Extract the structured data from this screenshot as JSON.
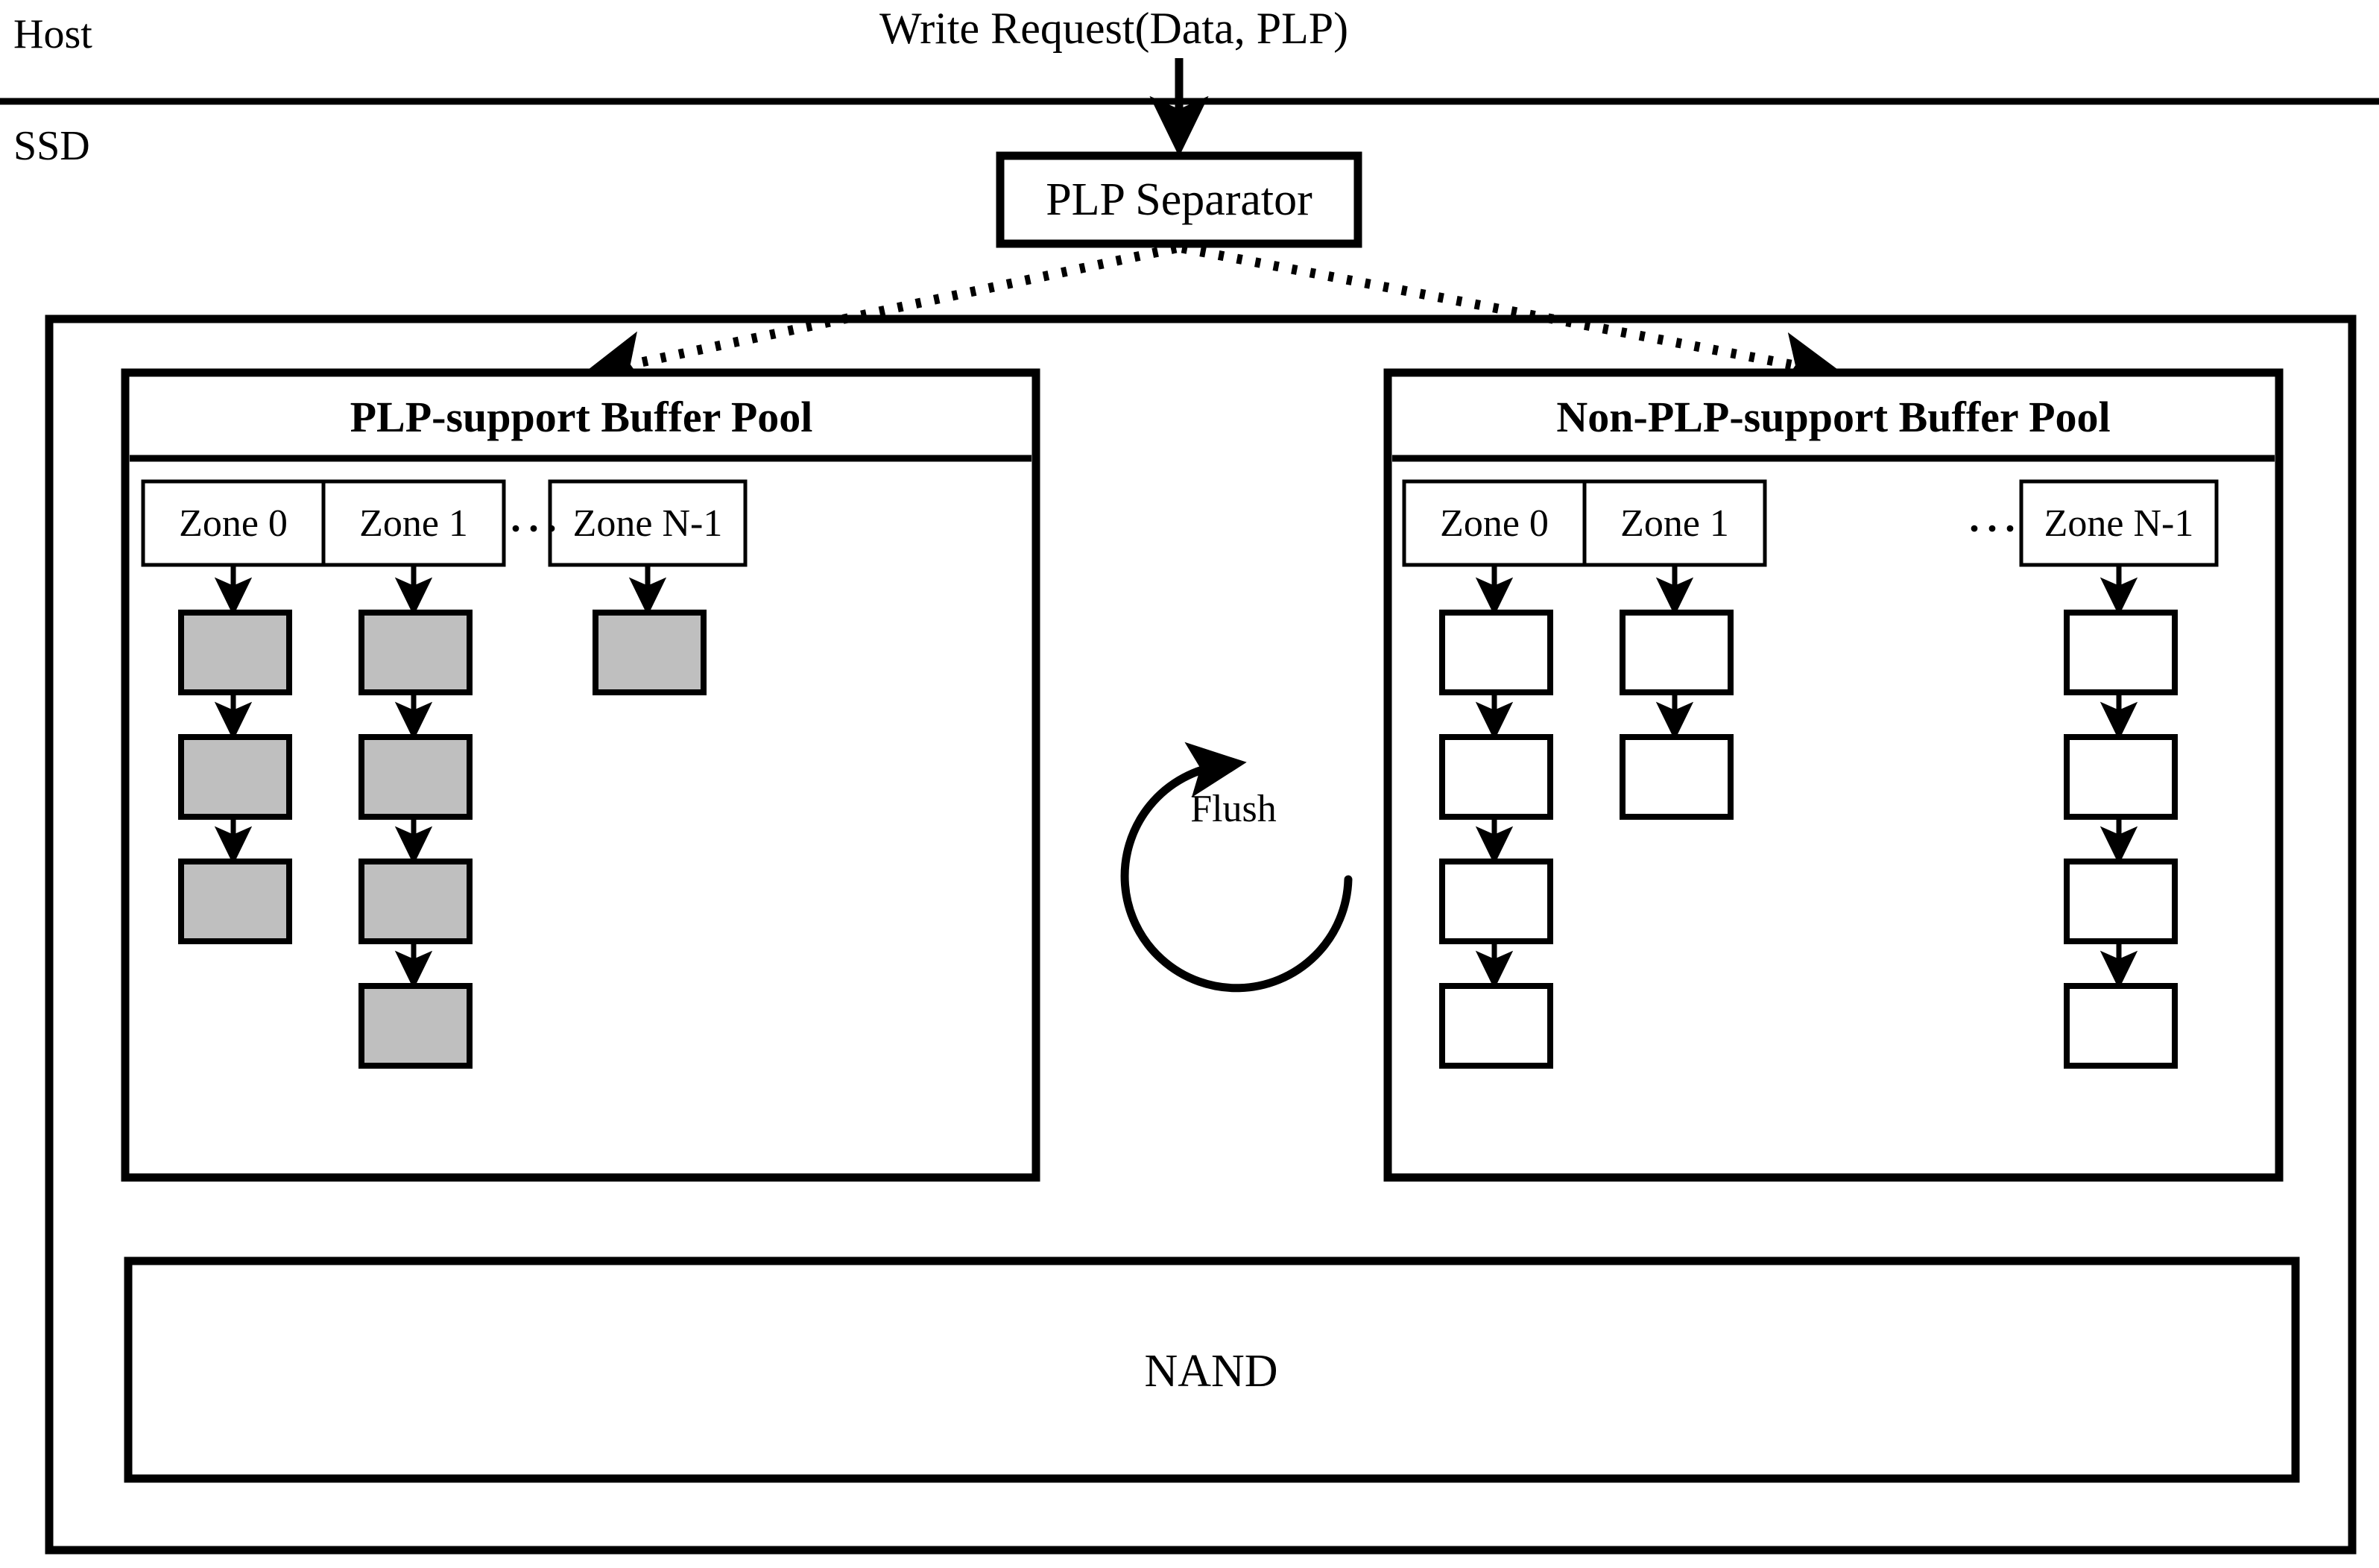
{
  "diagram": {
    "title_request": "Write Request(Data, PLP)",
    "side_labels": {
      "host": "Host",
      "ssd": "SSD"
    },
    "separator": {
      "label": "PLP Separator"
    },
    "flush": {
      "label": "Flush",
      "direction": "clockwise"
    },
    "nand": {
      "label": "NAND"
    },
    "ellipsis": "···",
    "colors": {
      "stroke": "#000000",
      "background": "#ffffff",
      "buffer_filled": "#bfbfbf",
      "buffer_empty": "#ffffff"
    },
    "pools": [
      {
        "id": "plp-support",
        "title": "PLP-support Buffer Pool",
        "zones": [
          {
            "label": "Zone 0",
            "buffer_count": 3,
            "buffer_fill": "filled"
          },
          {
            "label": "Zone 1",
            "buffer_count": 4,
            "buffer_fill": "filled"
          },
          {
            "label": "Zone N-1",
            "buffer_count": 1,
            "buffer_fill": "filled"
          }
        ]
      },
      {
        "id": "non-plp-support",
        "title": "Non-PLP-support Buffer Pool",
        "zones": [
          {
            "label": "Zone 0",
            "buffer_count": 4,
            "buffer_fill": "empty"
          },
          {
            "label": "Zone 1",
            "buffer_count": 2,
            "buffer_fill": "empty"
          },
          {
            "label": "Zone N-1",
            "buffer_count": 4,
            "buffer_fill": "empty"
          }
        ]
      }
    ]
  }
}
